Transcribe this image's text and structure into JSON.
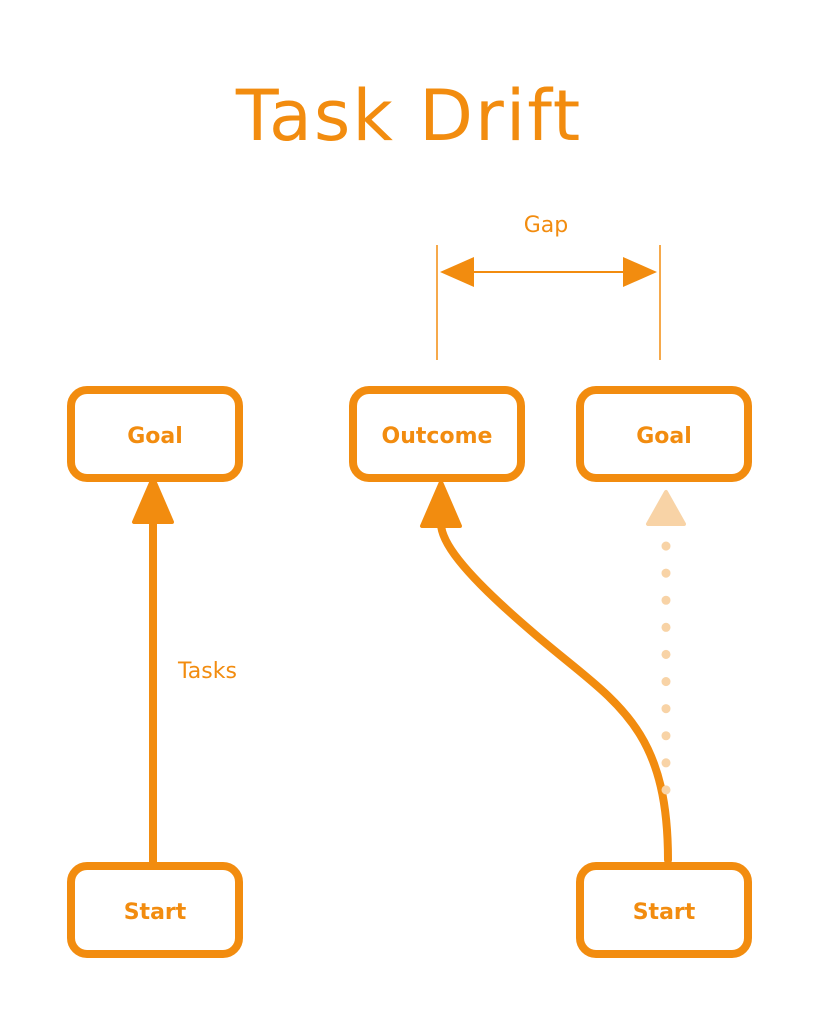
{
  "title": "Task Drift",
  "labels": {
    "gap": "Gap",
    "tasks": "Tasks"
  },
  "nodes": {
    "left_goal": "Goal",
    "left_start": "Start",
    "outcome": "Outcome",
    "right_goal": "Goal",
    "right_start": "Start"
  },
  "colors": {
    "accent": "#F28C0F",
    "faded": "#F8D3A6"
  }
}
